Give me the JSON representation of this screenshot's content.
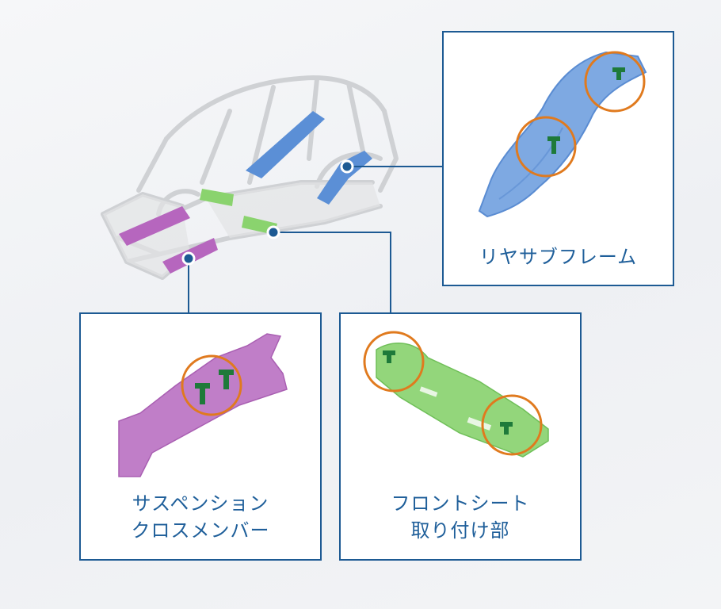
{
  "labels": {
    "rear_subframe": "リヤサブフレーム",
    "suspension_line1": "サスペンション",
    "suspension_line2": "クロスメンバー",
    "front_seat_line1": "フロントシート",
    "front_seat_line2": "取り付け部"
  },
  "colors": {
    "panel_border": "#1d5a93",
    "label_text": "#1f5f9a",
    "highlight_circle": "#e07a1e",
    "rear_subframe_part": "#6f9fdc",
    "suspension_part": "#c67fcc",
    "front_seat_part": "#8fd477",
    "bolt": "#1e7a3a",
    "body_frame": "#d8d8d8"
  }
}
